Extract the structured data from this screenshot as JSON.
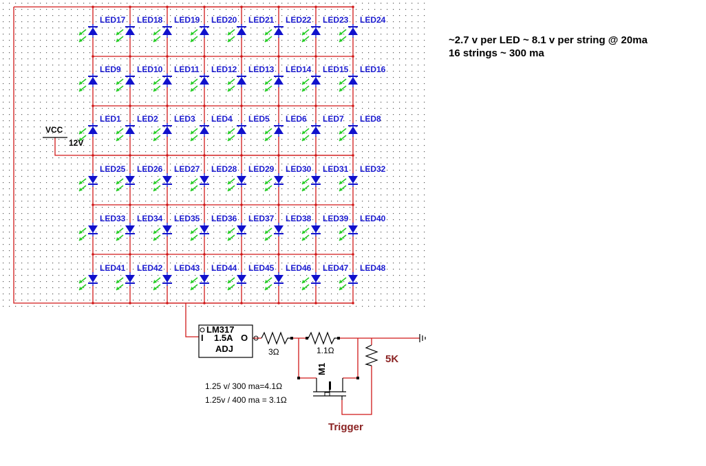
{
  "notes": {
    "line1": "~2.7 v per LED ~ 8.1 v per string @ 20ma",
    "line2": "16 strings ~ 300 ma"
  },
  "leds": {
    "rows": [
      [
        "LED17",
        "LED18",
        "LED19",
        "LED20",
        "LED21",
        "LED22",
        "LED23",
        "LED24"
      ],
      [
        "LED9",
        "LED10",
        "LED11",
        "LED12",
        "LED13",
        "LED14",
        "LED15",
        "LED16"
      ],
      [
        "LED1",
        "LED2",
        "LED3",
        "LED4",
        "LED5",
        "LED6",
        "LED7",
        "LED8"
      ],
      [
        "LED25",
        "LED26",
        "LED27",
        "LED28",
        "LED29",
        "LED30",
        "LED31",
        "LED32"
      ],
      [
        "LED33",
        "LED34",
        "LED35",
        "LED36",
        "LED37",
        "LED38",
        "LED39",
        "LED40"
      ],
      [
        "LED41",
        "LED42",
        "LED43",
        "LED44",
        "LED45",
        "LED46",
        "LED47",
        "LED48"
      ]
    ]
  },
  "supply": {
    "name": "VCC",
    "voltage": "12V"
  },
  "regulator": {
    "name": "LM317",
    "rating": "1.5A",
    "pin_in": "I",
    "pin_out": "O",
    "pin_adj": "ADJ"
  },
  "resistors": {
    "r1": "3Ω",
    "r2": "1.1Ω",
    "r3": "5K"
  },
  "mosfet": {
    "name": "M1"
  },
  "calc": {
    "line1": "1.25 v/ 300 ma=4.1Ω",
    "line2": "1.25v / 400 ma = 3.1Ω"
  },
  "trigger": "Trigger",
  "colors": {
    "wire": "#d01818",
    "led": "#1111cc",
    "emission": "#22cc22",
    "label": "#1a1ad0",
    "accent": "#8b2323"
  }
}
